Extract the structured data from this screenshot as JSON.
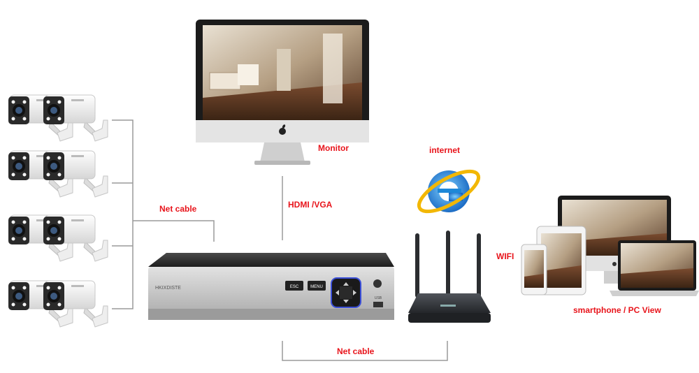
{
  "labels": {
    "monitor": "Monitor",
    "internet": "internet",
    "hdmi_vga": "HDMI /VGA",
    "net_cable_left": "Net cable",
    "net_cable_bottom": "Net cable",
    "wifi": "WIFI",
    "viewers": "smartphone / PC View"
  },
  "nvr": {
    "brand": "HKIXDISTE",
    "esc_label": "ESC",
    "menu_label": "MENU",
    "usb_label": "USB"
  },
  "colors": {
    "label_red": "#e8141b",
    "line_gray": "#9a9a9a",
    "nvr_face": "#c9c9c9",
    "nvr_top": "#2d2d2d",
    "ie_blue": "#1e88d8",
    "router_body": "#3a3d42"
  },
  "icons": [
    "camera-icon",
    "monitor-icon",
    "apple-logo-icon",
    "internet-explorer-icon",
    "router-icon",
    "nvr-device-icon",
    "tablet-icon",
    "phone-icon",
    "laptop-icon",
    "imac-icon"
  ]
}
